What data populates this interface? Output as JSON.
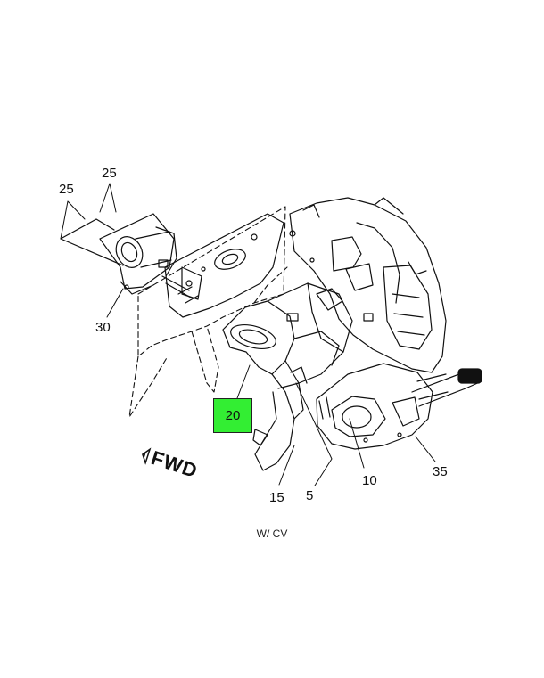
{
  "callouts": {
    "c25a": "25",
    "c25b": "25",
    "c30": "30",
    "c20": "20",
    "c15": "15",
    "c5": "5",
    "c10": "10",
    "c35": "35"
  },
  "direction_label": "FWD",
  "caption": "W/ CV",
  "colors": {
    "highlight": "#33ee33",
    "line": "#111111"
  },
  "icons": {
    "fwd_arrow": "arrow-icon"
  }
}
